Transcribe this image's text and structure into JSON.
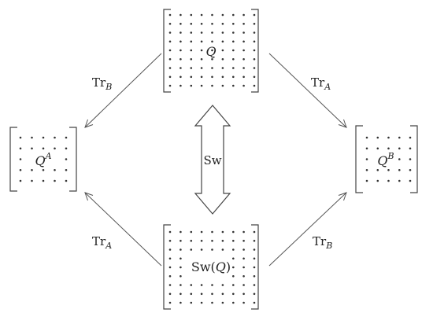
{
  "matrices": {
    "q": {
      "name": "Q"
    },
    "qa": {
      "name": "Q",
      "sup": "A"
    },
    "qb": {
      "name": "Q",
      "sup": "B"
    },
    "swq": {
      "prefix": "Sw(",
      "name": "Q",
      "suffix": ")"
    }
  },
  "maps": {
    "top_left": {
      "op": "Tr",
      "sub": "B"
    },
    "top_right": {
      "op": "Tr",
      "sub": "A"
    },
    "bottom_left": {
      "op": "Tr",
      "sub": "A"
    },
    "bottom_right": {
      "op": "Tr",
      "sub": "B"
    },
    "swap": {
      "label": "Sw"
    }
  }
}
